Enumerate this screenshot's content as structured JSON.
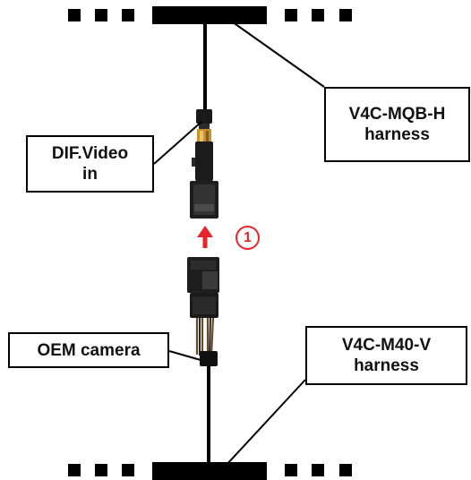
{
  "labels": {
    "top_harness": {
      "line1": "V4C-MQB-H",
      "line2": "harness"
    },
    "dif_video": {
      "line1": "DIF.Video",
      "line2": "in"
    },
    "oem_camera": {
      "line1": "OEM camera"
    },
    "bottom_harness": {
      "line1": "V4C-M40-V",
      "line2": "harness"
    }
  },
  "step": {
    "number": "1"
  },
  "colors": {
    "wire": "#000000",
    "arrow": "#e8242a",
    "badge": "#e8242a",
    "connector": "#1a1a1a"
  }
}
